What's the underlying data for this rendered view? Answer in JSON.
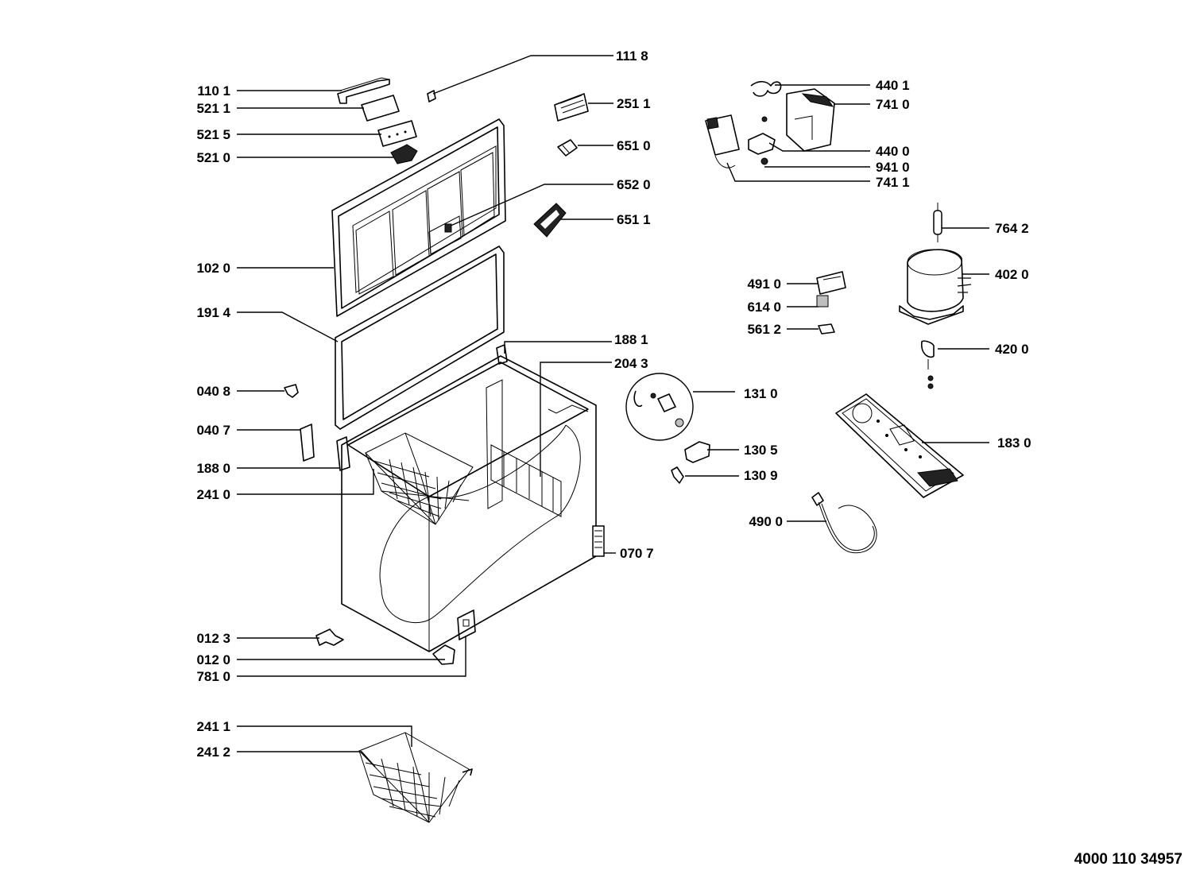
{
  "document_number": "4000 110 34957",
  "labels": {
    "p1101": "110 1",
    "p5211": "521 1",
    "p5215": "521 5",
    "p5210": "521 0",
    "p1020": "102 0",
    "p1914": "191 4",
    "p0408": "040 8",
    "p0407": "040 7",
    "p1880": "188 0",
    "p2410": "241 0",
    "p0123": "012 3",
    "p0120": "012 0",
    "p7810": "781 0",
    "p2411": "241 1",
    "p2412": "241 2",
    "p1118": "111 8",
    "p2511": "251 1",
    "p6510": "651 0",
    "p6520": "652 0",
    "p6511": "651 1",
    "p1881": "188 1",
    "p2043": "204 3",
    "p0707": "070 7",
    "p1310": "131 0",
    "p1305": "130 5",
    "p1309": "130 9",
    "p4900": "490 0",
    "p4910": "491 0",
    "p6140": "614 0",
    "p5612": "561 2",
    "p4401": "440 1",
    "p7410": "741 0",
    "p4400": "440 0",
    "p9410": "941 0",
    "p7411": "741 1",
    "p7642": "764 2",
    "p4020": "402 0",
    "p4200": "420 0",
    "p1830": "183 0"
  }
}
